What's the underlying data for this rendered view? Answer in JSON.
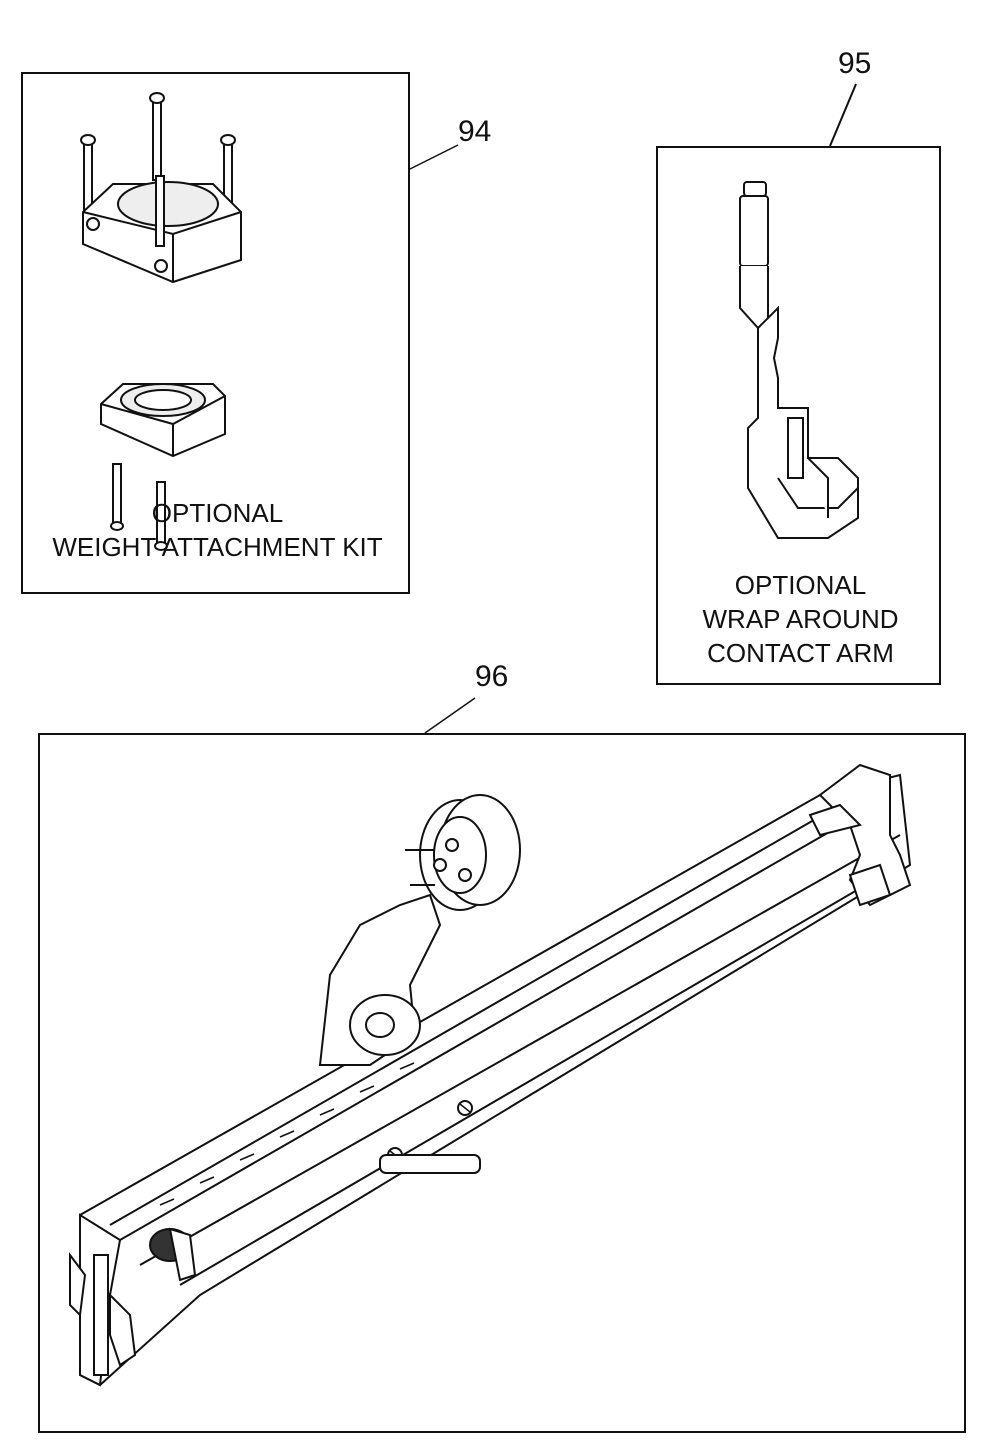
{
  "parts": [
    {
      "number": "94",
      "caption_lines": [
        "OPTIONAL",
        "WEIGHT ATTACHMENT KIT"
      ],
      "icon": "weight-attachment-kit-icon"
    },
    {
      "number": "95",
      "caption_lines": [
        "OPTIONAL",
        "WRAP AROUND",
        "CONTACT ARM"
      ],
      "icon": "contact-arm-icon"
    },
    {
      "number": "96",
      "caption_lines": [],
      "icon": "magazine-assembly-icon"
    }
  ],
  "colors": {
    "line": "#111111",
    "background": "#ffffff"
  }
}
